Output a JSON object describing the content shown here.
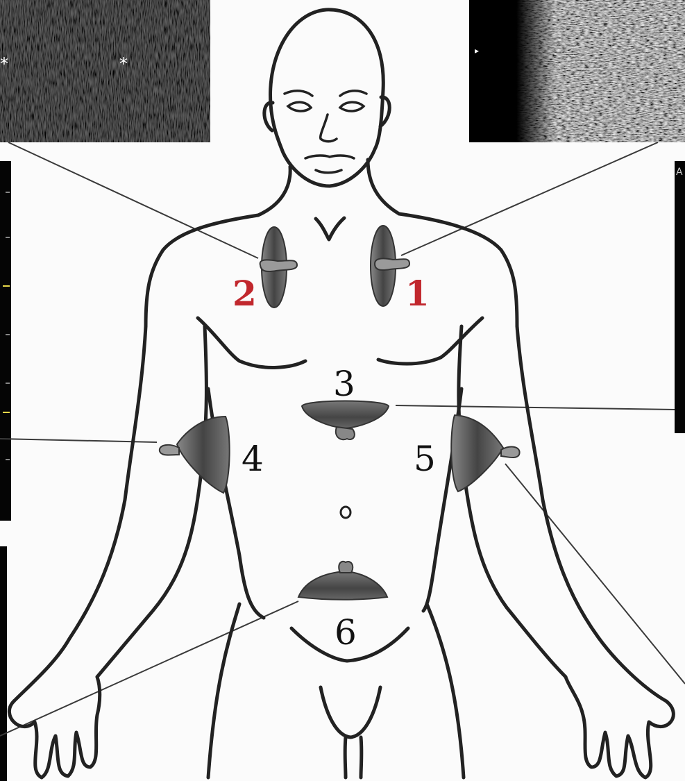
{
  "probe_labels": [
    {
      "id": "1",
      "text": "1",
      "color": "#c1272d"
    },
    {
      "id": "2",
      "text": "2",
      "color": "#c1272d"
    },
    {
      "id": "3",
      "text": "3",
      "color": "#111111"
    },
    {
      "id": "4",
      "text": "4",
      "color": "#111111"
    },
    {
      "id": "5",
      "text": "5",
      "color": "#111111"
    },
    {
      "id": "6",
      "text": "6",
      "color": "#111111"
    }
  ],
  "ultrasound_markers": {
    "star_symbol": "*",
    "arrow_symbol": "▸",
    "corner_letter": "A"
  },
  "colors": {
    "background": "#fbfbfb",
    "outline": "#222222",
    "probe_fill": "#555555",
    "ultrasound_bg": "#050505",
    "label_red": "#c1272d",
    "ruler_tick": "#e8d84a"
  },
  "icons": [
    "ultrasound-probe-icon"
  ]
}
